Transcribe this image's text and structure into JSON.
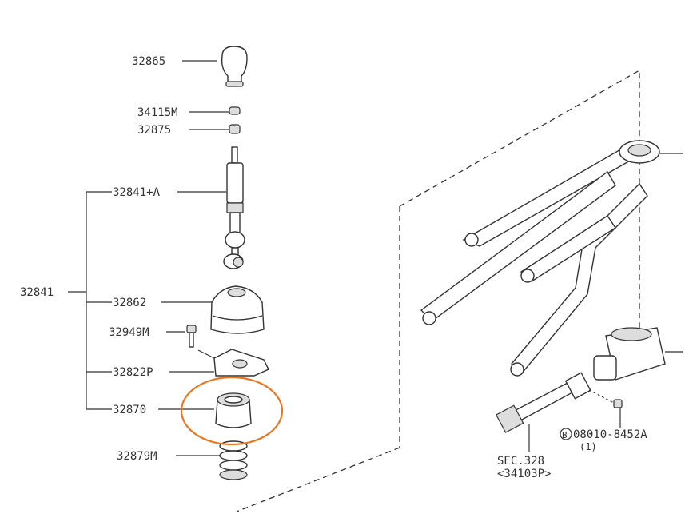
{
  "diagram": {
    "labels": {
      "knob": "32865",
      "nut_a": "34115M",
      "nut_b": "32875",
      "lever_sub": "32841+A",
      "lever_assy": "32841",
      "boot": "32862",
      "bolt": "32949M",
      "plate": "32822P",
      "bushing": "32870",
      "spring": "32879M",
      "bolt_right": "08010-8452A",
      "bolt_right_qty": "(1)",
      "bolt_right_marker": "B",
      "section_ref": "SEC.328",
      "section_part": "<34103P>"
    },
    "highlight_color": "#e87722"
  }
}
